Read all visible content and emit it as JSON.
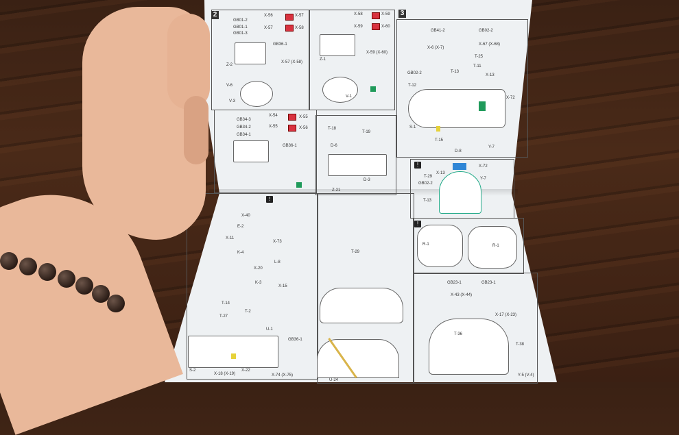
{
  "manual": {
    "steps": [
      "2",
      "3"
    ],
    "labels": [
      "GB01-2",
      "GB01-1",
      "GB01-3",
      "GB36-1",
      "X-56",
      "X-57",
      "X-57",
      "X-58",
      "X-57 (X-58)",
      "Z-2",
      "V-6",
      "V-3",
      "X-58",
      "X-59",
      "X-59",
      "X-60",
      "X-59 (X-60)",
      "Z-1",
      "V-1",
      "GB34-3",
      "GB34-2",
      "GB34-1",
      "GB36-1",
      "X-54",
      "X-55",
      "X-55",
      "X-56",
      "T-18",
      "T-19",
      "D-6",
      "Z-21",
      "D-3",
      "GB41-2",
      "GB02-2",
      "X-6 (X-7)",
      "X-67 (X-68)",
      "T-25",
      "T-11",
      "T-13",
      "GB02-2",
      "T-12",
      "X-13",
      "X-72",
      "S-1",
      "T-15",
      "D-8",
      "Y-7",
      "X-72",
      "X-13",
      "T-29",
      "GB02-2",
      "T-13",
      "Y-7",
      "X-40",
      "E-2",
      "X-11",
      "X-73",
      "K-4",
      "X-20",
      "L-8",
      "K-3",
      "X-15",
      "T-14",
      "T-27",
      "T-2",
      "U-1",
      "S-2",
      "X-22",
      "GB36-1",
      "X-18 (X-19)",
      "X-74 (X-75)",
      "T-38",
      "T-29",
      "R-1",
      "R-1",
      "GB23-1",
      "GB23-1",
      "X-43 (X-44)",
      "X-17 (X-23)",
      "T-36",
      "Y-5 (V-4)",
      "U-24"
    ],
    "badges": [
      "2",
      "3"
    ]
  },
  "colors": {
    "paper": "#eef1f3",
    "skin": "#e9b89a",
    "wood": "#3f2416",
    "part_red": "#d8323f",
    "part_green": "#1f9a5a",
    "part_blue": "#2f86d6",
    "part_yellow": "#e6d23a"
  }
}
